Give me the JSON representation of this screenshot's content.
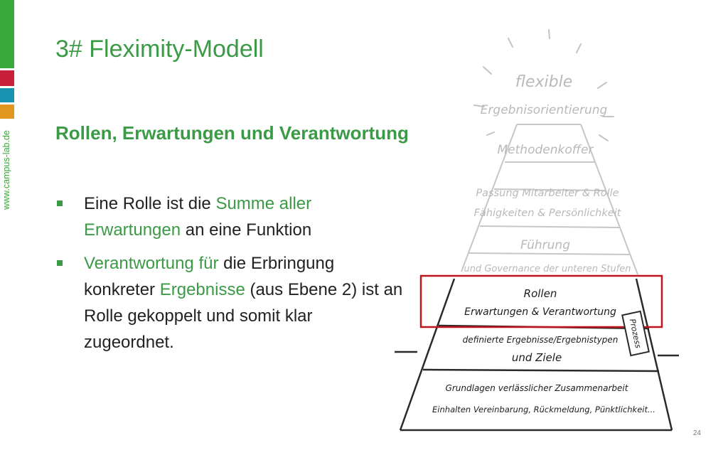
{
  "sidebar": {
    "url": "www.campus-lab.de",
    "colors": [
      "#3aa83a",
      "#c8203a",
      "#1a93b0",
      "#e0961f"
    ]
  },
  "slide": {
    "title": "3# Fleximity-Modell",
    "subtitle": "Rollen, Erwartungen und Verantwortung",
    "bullets": [
      {
        "parts": [
          {
            "text": "Eine Rolle ist die ",
            "highlight": false
          },
          {
            "text": "Summe aller Erwartungen",
            "highlight": true
          },
          {
            "text": " an eine Funktion",
            "highlight": false
          }
        ]
      },
      {
        "parts": [
          {
            "text": "Verantwortung für",
            "highlight": true
          },
          {
            "text": " die Erbringung konkreter ",
            "highlight": false
          },
          {
            "text": "Ergebnisse",
            "highlight": true
          },
          {
            "text": " (aus Ebene 2) ist an Rolle gekoppelt und somit klar zugeordnet.",
            "highlight": false
          }
        ]
      }
    ],
    "page_number": "24"
  },
  "pyramid": {
    "levels": [
      {
        "lines": [
          "flexible",
          "Ergebnisorientierung"
        ]
      },
      {
        "lines": [
          "Methodenkoffer"
        ]
      },
      {
        "lines": [
          "Passung Mitarbeiter & Rolle",
          "Fähigkeiten & Persönlichkeit"
        ]
      },
      {
        "lines": [
          "Führung",
          "und Governance der unteren Stufen"
        ]
      },
      {
        "lines": [
          "Rollen",
          "Erwartungen & Verantwortung"
        ]
      },
      {
        "lines": [
          "definierte Ergebnisse/Ergebnistypen",
          "und Ziele"
        ]
      },
      {
        "lines": [
          "Grundlagen verlässlicher Zusammenarbeit",
          "Einhalten Vereinbarung, Rückmeldung, Pünktlichkeit..."
        ]
      }
    ],
    "side_label": "Prozess",
    "highlight_color": "#c0141c"
  }
}
